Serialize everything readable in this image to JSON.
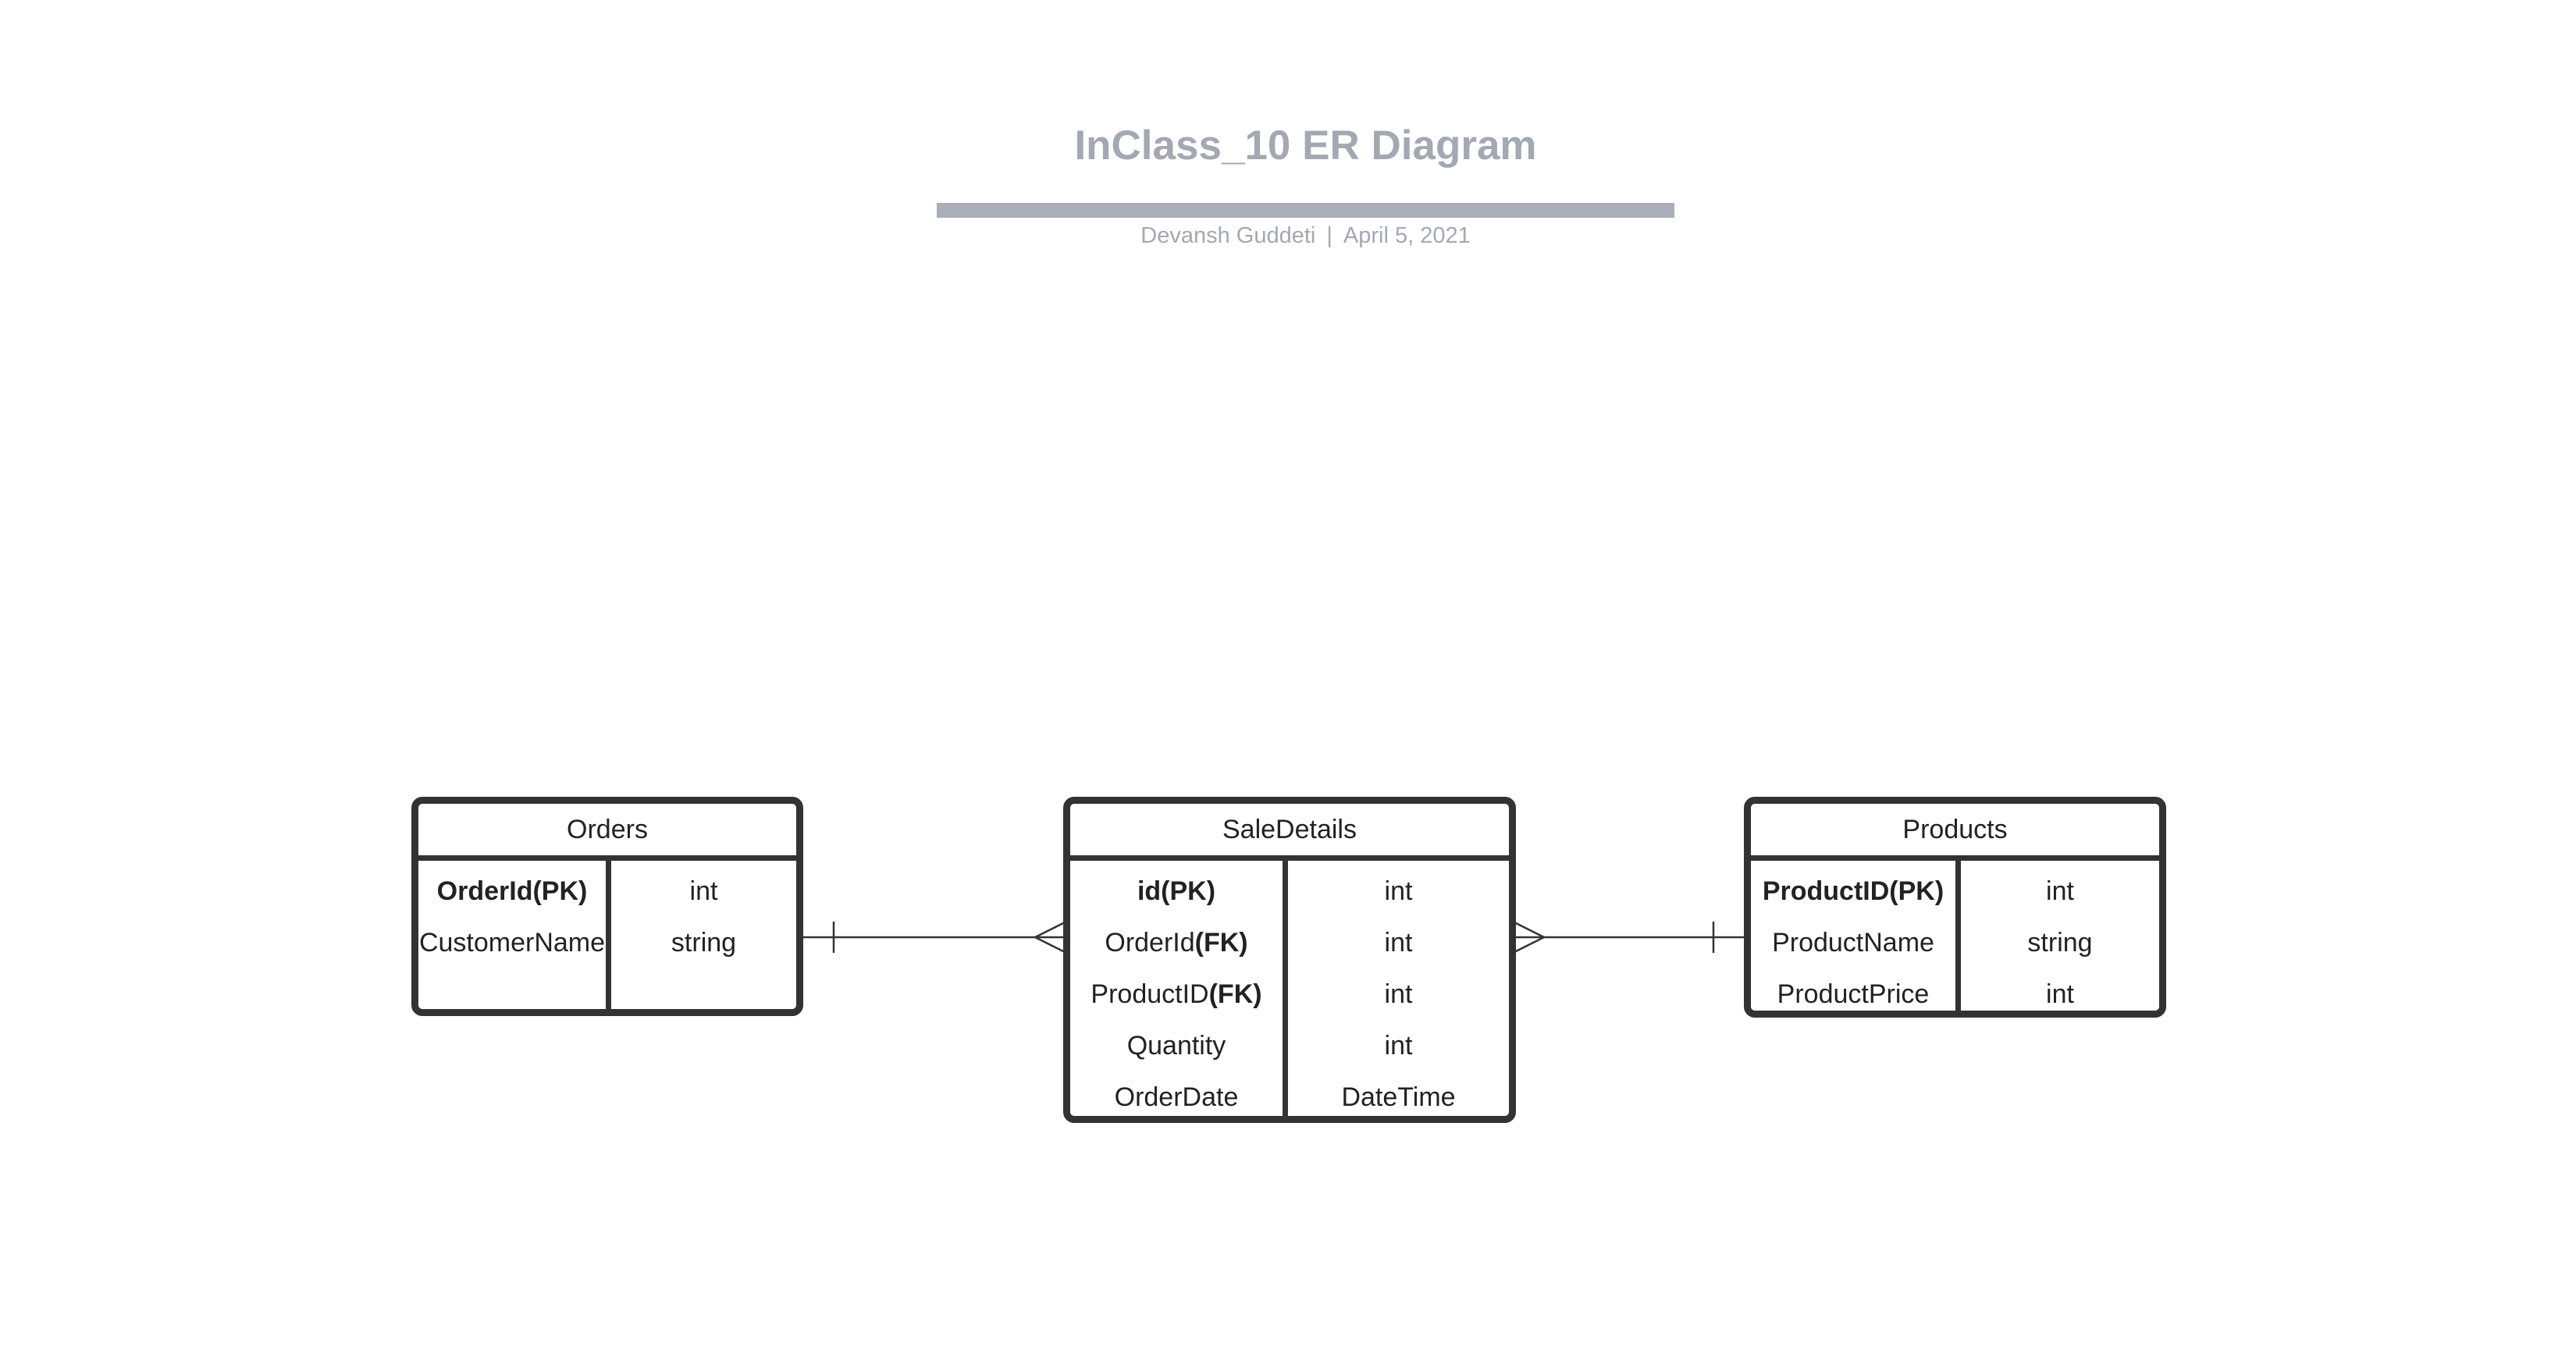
{
  "header": {
    "title": "InClass_10 ER Diagram",
    "author": "Devansh Guddeti",
    "separator": "|",
    "date": "April 5, 2021"
  },
  "entities": {
    "orders": {
      "name": "Orders",
      "rows": [
        {
          "field": "OrderId(PK)",
          "type": "int"
        },
        {
          "field": "CustomerName",
          "type": "string"
        }
      ]
    },
    "saledetails": {
      "name": "SaleDetails",
      "rows": [
        {
          "field": "id(PK)",
          "type": "int"
        },
        {
          "field_name": "OrderId",
          "field_key": "(FK)",
          "type": "int"
        },
        {
          "field_name": "ProductID",
          "field_key": "(FK)",
          "type": "int"
        },
        {
          "field": "Quantity",
          "type": "int"
        },
        {
          "field": "OrderDate",
          "type": "DateTime"
        }
      ]
    },
    "products": {
      "name": "Products",
      "rows": [
        {
          "field": "ProductID(PK)",
          "type": "int"
        },
        {
          "field": "ProductName",
          "type": "string"
        },
        {
          "field": "ProductPrice",
          "type": "int"
        }
      ]
    }
  },
  "relationships": [
    {
      "from": "Orders",
      "from_cardinality": "one",
      "to": "SaleDetails",
      "to_cardinality": "many"
    },
    {
      "from": "SaleDetails",
      "from_cardinality": "many",
      "to": "Products",
      "to_cardinality": "one"
    }
  ],
  "colors": {
    "title": "#a3a8b2",
    "entity_border": "#333333",
    "connector": "#333333"
  }
}
